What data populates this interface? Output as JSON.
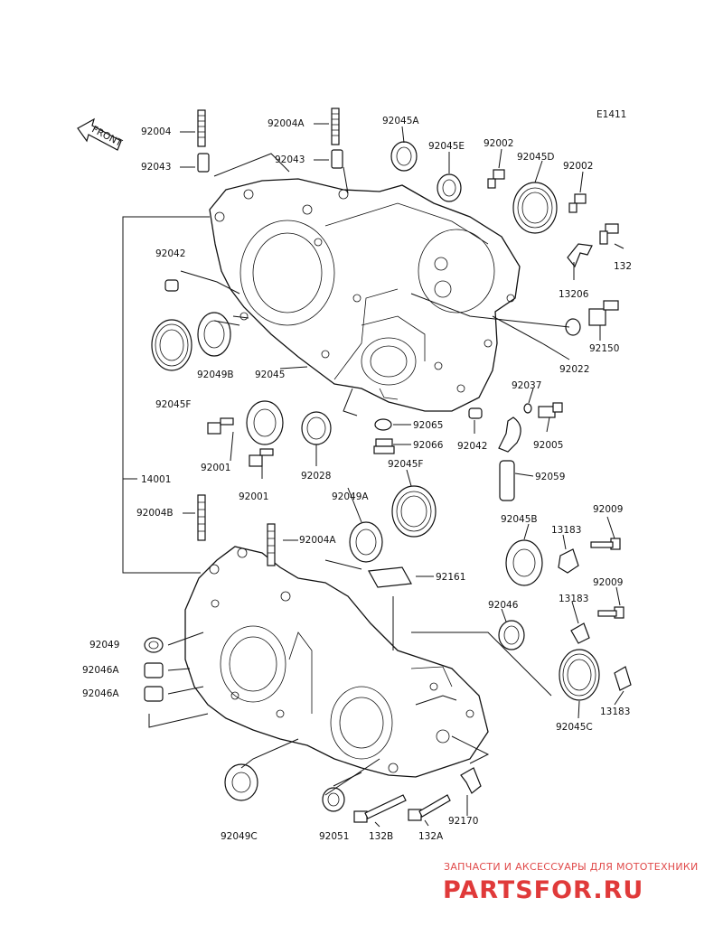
{
  "diagram_code": "E1411",
  "front_label": "FRONT",
  "watermark": {
    "line1": "ЗАПЧАСТИ И АКСЕССУАРЫ ДЛЯ МОТОТЕХНИКИ",
    "line2": "PARTSFOR.RU",
    "color": "#e03a3a"
  },
  "labels": {
    "l_92004": "92004",
    "l_92043_a": "92043",
    "l_92004A_top": "92004A",
    "l_92043_b": "92043",
    "l_92045A": "92045A",
    "l_92045E": "92045E",
    "l_92002_a": "92002",
    "l_92045D": "92045D",
    "l_92002_b": "92002",
    "l_132": "132",
    "l_92042_a": "92042",
    "l_13206": "13206",
    "l_92150": "92150",
    "l_92049B": "92049B",
    "l_92045": "92045",
    "l_92022": "92022",
    "l_92045F_a": "92045F",
    "l_92037": "92037",
    "l_92065": "92065",
    "l_92066": "92066",
    "l_92042_b": "92042",
    "l_92005": "92005",
    "l_92001_a": "92001",
    "l_92028": "92028",
    "l_92045F_b": "92045F",
    "l_14001": "14001",
    "l_92059": "92059",
    "l_92001_b": "92001",
    "l_92049A": "92049A",
    "l_92004B": "92004B",
    "l_92045B": "92045B",
    "l_13183_a": "13183",
    "l_92009_a": "92009",
    "l_92004A_bot": "92004A",
    "l_92161": "92161",
    "l_92009_b": "92009",
    "l_13183_b": "13183",
    "l_92046": "92046",
    "l_92049": "92049",
    "l_92046A_a": "92046A",
    "l_92046A_b": "92046A",
    "l_13183_c": "13183",
    "l_92045C": "92045C",
    "l_92170": "92170",
    "l_92049C": "92049C",
    "l_92051": "92051",
    "l_132B": "132B",
    "l_132A": "132A"
  }
}
